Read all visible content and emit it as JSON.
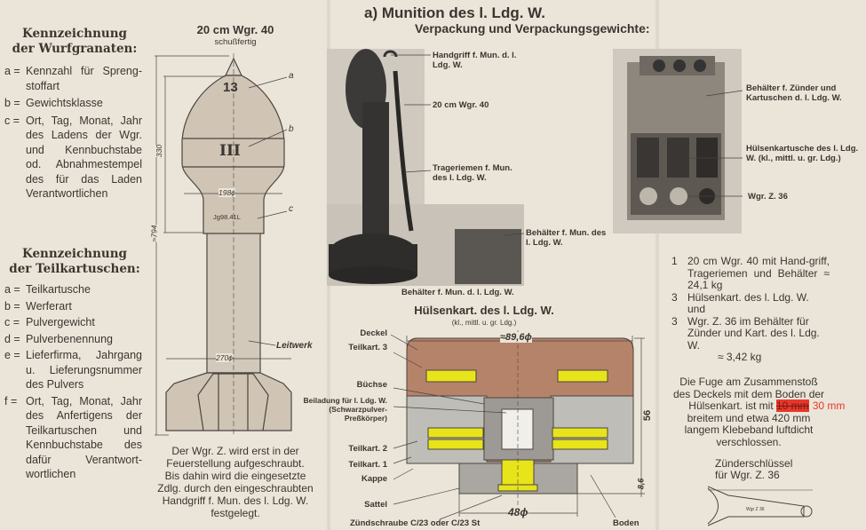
{
  "left": {
    "heading1": [
      "Kennzeichnung",
      "der Wurfgranaten:"
    ],
    "items1": [
      {
        "key": "a =",
        "text": "Kennzahl für Spreng-stoffart"
      },
      {
        "key": "b =",
        "text": "Gewichtsklasse"
      },
      {
        "key": "c =",
        "text": "Ort, Tag, Monat, Jahr des Ladens der Wgr. und Kennbuchstabe od. Abnahmestempel des für das Laden Verantwortlichen"
      }
    ],
    "heading2": [
      "Kennzeichnung",
      "der Teilkartuschen:"
    ],
    "items2": [
      {
        "key": "a =",
        "text": "Teilkartusche"
      },
      {
        "key": "b =",
        "text": "Werferart"
      },
      {
        "key": "c =",
        "text": "Pulvergewicht"
      },
      {
        "key": "d =",
        "text": "Pulverbenennung"
      },
      {
        "key": "e =",
        "text": "Lieferfirma, Jahrgang u. Lieferungsnummer des Pulvers"
      },
      {
        "key": "f =",
        "text": "Ort, Tag, Monat, Jahr des Anfertigens der Teilkartuschen und Kennbuchstabe des dafür Verantwort-wortlichen"
      }
    ]
  },
  "shell": {
    "title": "20 cm Wgr. 40",
    "subtitle": "schußfertig",
    "mark_a": "13",
    "mark_b": "III",
    "mark_c": "Jg98.41L",
    "label_a": "a",
    "label_b": "b",
    "label_c": "c",
    "label_tail": "Leitwerk",
    "dim_330": "330",
    "dim_794": "≈794",
    "dim_198": "198ϕ",
    "dim_270": "270ϕ",
    "caption": [
      "Der Wgr. Z. wird erst in der",
      "Feuerstellung aufgeschraubt.",
      "Bis dahin wird die eingesetzte",
      "Zdlg. durch den eingeschraubten",
      "Handgriff f. Mun. des l. Ldg. W.",
      "festgelegt."
    ]
  },
  "header": {
    "title": "a) Munition des l. Ldg. W.",
    "subtitle": "Verpackung und Verpackungsgewichte:"
  },
  "photo1": {
    "labels": [
      "Handgriff f. Mun. d. l. Ldg. W.",
      "20 cm Wgr. 40",
      "Trageriemen f. Mun. des l. Ldg. W.",
      "Behälter f. Mun. des l. Ldg. W."
    ],
    "caption": "Behälter f. Mun. d. l. Ldg. W."
  },
  "photo2": {
    "labels": [
      "Behälter f. Zünder und Kartuschen d. l. Ldg. W.",
      "Hülsenkartusche des l. Ldg. W. (kl., mittl. u. gr. Ldg.)",
      "Wgr. Z. 36"
    ]
  },
  "weights": [
    {
      "num": "1",
      "text": "20 cm Wgr. 40 mit Hand-griff, Trageriemen und Behälter ≈ 24,1 kg"
    },
    {
      "num": "3",
      "text": "Hülsenkart. des l. Ldg. W. und"
    },
    {
      "num": "3",
      "text": "Wgr. Z. 36 im Behälter für Zünder und Kart. des l. Ldg. W."
    }
  ],
  "weight_total": "≈ 3,42 kg",
  "note": {
    "before": "Die Fuge am Zusammenstoß des Deckels mit dem Boden der Hülsenkart. ist mit ",
    "struck": "10 mm",
    "correction": "30 mm",
    "after": "breitem und etwa 420 mm langem Klebeband luftdicht verschlossen."
  },
  "cartridge": {
    "title": "Hülsenkart. des l. Ldg. W.",
    "subtitle": "(kl., mittl. u. gr. Ldg.)",
    "dim_width": "≈89,6ϕ",
    "dim_height": "56",
    "dim_base": "48ϕ",
    "dim_sattel": "8,6",
    "labels": [
      "Deckel",
      "Teilkart. 3",
      "Büchse",
      "Beiladung für l. Ldg. W. (Schwarzpulver-Preßkörper)",
      "Teilkart. 2",
      "Teilkart. 1",
      "Kappe",
      "Sattel"
    ],
    "bottom_label": "Zündschraube C/23 oder C/23 St",
    "boden": "Boden"
  },
  "wrench": {
    "title": [
      "Zünderschlüssel",
      "für Wgr. Z. 36"
    ],
    "inner": "Wgr Z 36"
  },
  "colors": {
    "paper": "#ebe5d9",
    "brown": "#b5836a",
    "yellow": "#e8e41a",
    "red": "#e8372a"
  }
}
